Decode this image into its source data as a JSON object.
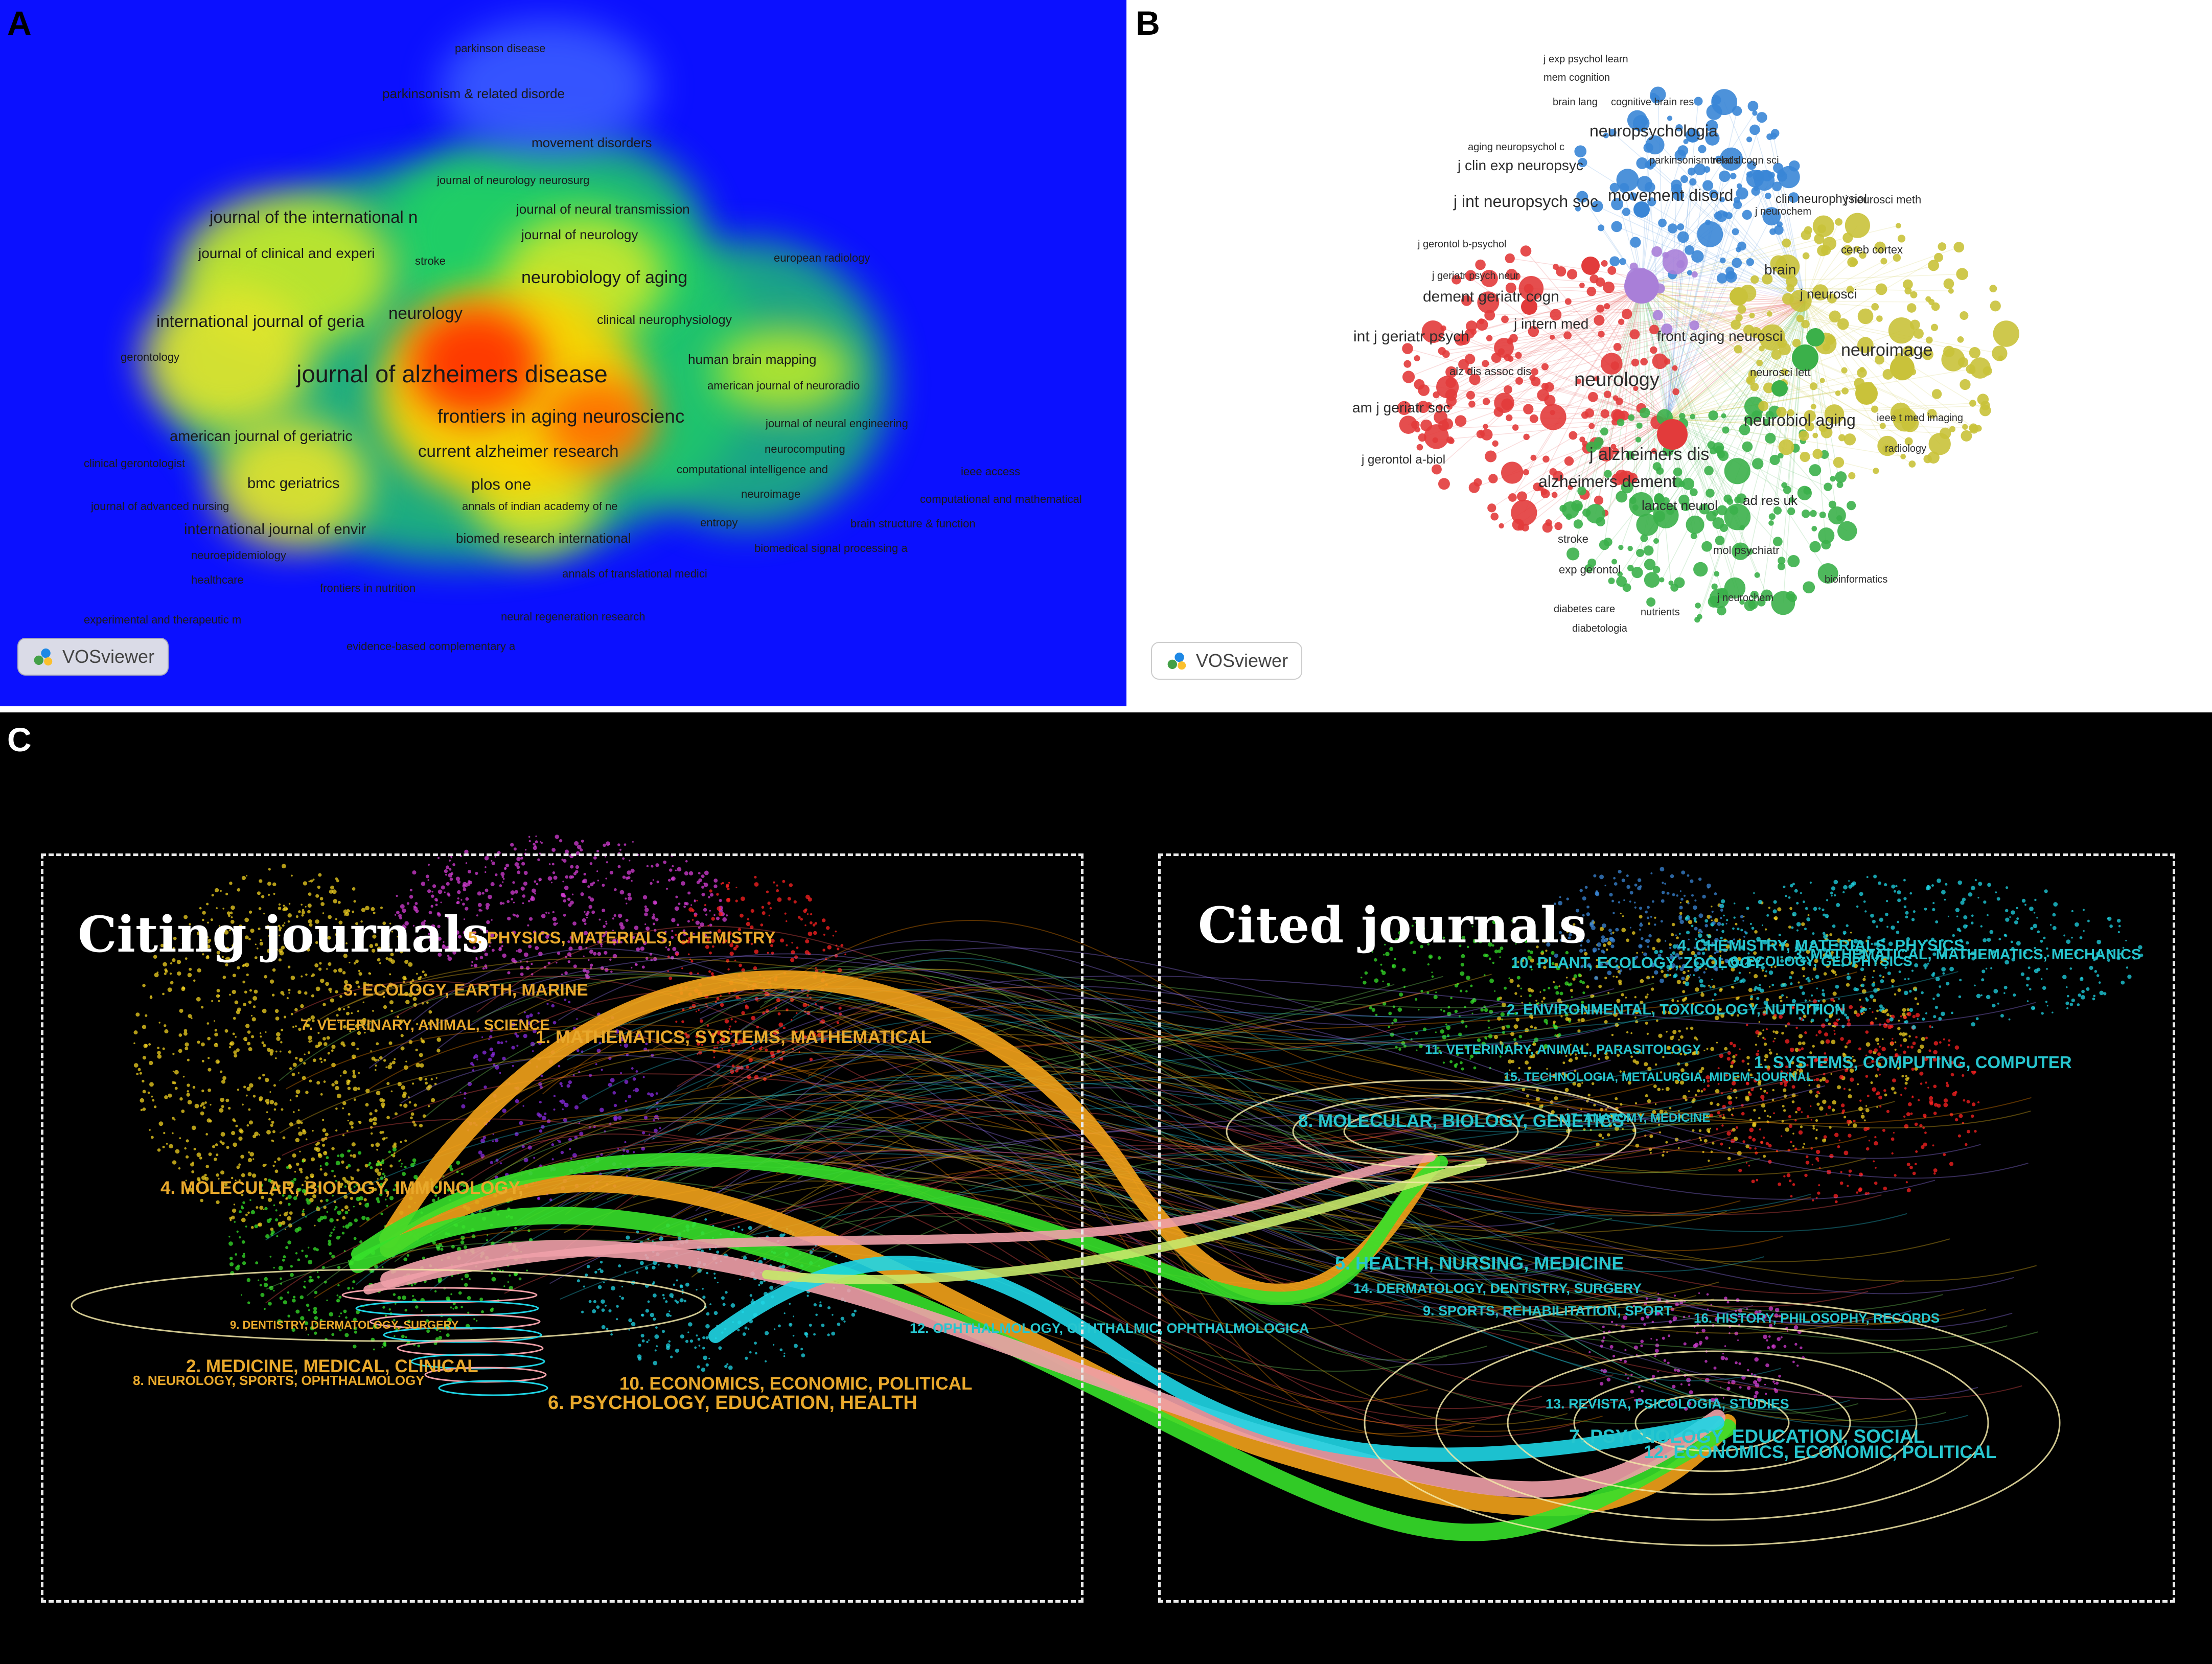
{
  "panelA": {
    "label": "A",
    "logo_text": "VOSviewer",
    "colors": {
      "background": "#0b10ff",
      "hot": "#ff3300",
      "warm": "#ffd400",
      "mid": "#22d84a"
    },
    "terms": [
      {
        "text": "parkinson disease"
      },
      {
        "text": "parkinsonism & related disorde"
      },
      {
        "text": "movement disorders"
      },
      {
        "text": "journal of neurology neurosurg"
      },
      {
        "text": "journal of neural transmission"
      },
      {
        "text": "journal of the international n"
      },
      {
        "text": "journal of neurology"
      },
      {
        "text": "journal of clinical and experi"
      },
      {
        "text": "stroke"
      },
      {
        "text": "neurobiology of aging"
      },
      {
        "text": "european radiology"
      },
      {
        "text": "neurology"
      },
      {
        "text": "international journal of geria"
      },
      {
        "text": "clinical neurophysiology"
      },
      {
        "text": "gerontology"
      },
      {
        "text": "journal of alzheimers disease"
      },
      {
        "text": "human brain mapping"
      },
      {
        "text": "american journal of neuroradio"
      },
      {
        "text": "frontiers in aging neuroscienc"
      },
      {
        "text": "journal of neural engineering"
      },
      {
        "text": "american journal of geriatric"
      },
      {
        "text": "current alzheimer research"
      },
      {
        "text": "neurocomputing"
      },
      {
        "text": "clinical gerontologist"
      },
      {
        "text": "computational intelligence and"
      },
      {
        "text": "ieee access"
      },
      {
        "text": "bmc geriatrics"
      },
      {
        "text": "plos one"
      },
      {
        "text": "neuroimage"
      },
      {
        "text": "journal of advanced nursing"
      },
      {
        "text": "annals of indian academy of ne"
      },
      {
        "text": "computational and mathematical"
      },
      {
        "text": "entropy"
      },
      {
        "text": "international journal of envir"
      },
      {
        "text": "brain structure & function"
      },
      {
        "text": "biomed research international"
      },
      {
        "text": "neuroepidemiology"
      },
      {
        "text": "biomedical signal processing a"
      },
      {
        "text": "healthcare"
      },
      {
        "text": "annals of translational medici"
      },
      {
        "text": "frontiers in nutrition"
      },
      {
        "text": "experimental and therapeutic m"
      },
      {
        "text": "neural regeneration research"
      },
      {
        "text": "evidence-based complementary a"
      }
    ]
  },
  "panelB": {
    "label": "B",
    "logo_text": "VOSviewer",
    "colors": {
      "red": "#e23b3b",
      "blue": "#3a86d6",
      "green": "#3bb04a",
      "yellow": "#c9c23a",
      "purple": "#a97fd8"
    },
    "terms": [
      {
        "text": "j exp psychol learn"
      },
      {
        "text": "mem cognition"
      },
      {
        "text": "brain lang"
      },
      {
        "text": "cognitive brain res"
      },
      {
        "text": "neuropsychologia"
      },
      {
        "text": "aging neuropsychol c"
      },
      {
        "text": "j clin exp neuropsyc"
      },
      {
        "text": "parkinsonism relat d"
      },
      {
        "text": "trends cogn sci"
      },
      {
        "text": "j int neuropsych soc"
      },
      {
        "text": "movement disord"
      },
      {
        "text": "clin neurophysiol"
      },
      {
        "text": "j neurosci meth"
      },
      {
        "text": "j gerontol b-psychol"
      },
      {
        "text": "j neurochem"
      },
      {
        "text": "j geriatr psych neur"
      },
      {
        "text": "dement geriatr cogn"
      },
      {
        "text": "j intern med"
      },
      {
        "text": "brain"
      },
      {
        "text": "cereb cortex"
      },
      {
        "text": "int j geriatr psych"
      },
      {
        "text": "j neurosci"
      },
      {
        "text": "front aging neurosci"
      },
      {
        "text": "neuroimage"
      },
      {
        "text": "alz dis assoc dis"
      },
      {
        "text": "neurology"
      },
      {
        "text": "neurosci lett"
      },
      {
        "text": "am j geriatr soc"
      },
      {
        "text": "neurobiol aging"
      },
      {
        "text": "ieee t med imaging"
      },
      {
        "text": "j gerontol a-biol"
      },
      {
        "text": "j alzheimers dis"
      },
      {
        "text": "radiology"
      },
      {
        "text": "alzheimers dement"
      },
      {
        "text": "lancet neurol"
      },
      {
        "text": "ad res uk"
      },
      {
        "text": "stroke"
      },
      {
        "text": "exp gerontol"
      },
      {
        "text": "mol psychiatr"
      },
      {
        "text": "bioinformatics"
      },
      {
        "text": "nutrients"
      },
      {
        "text": "j neurochem"
      },
      {
        "text": "diabetes care"
      },
      {
        "text": "diabetologia"
      }
    ]
  },
  "panelC": {
    "label": "C",
    "citing_title": "Citing  journals",
    "cited_title": "Cited  journals",
    "colors": {
      "orange": "#f2a21a",
      "green": "#36e02a",
      "pink": "#f0a0a8",
      "cyan": "#1fd6e6",
      "yellowgreen": "#c6e86a",
      "citing_label": "#e9a92c",
      "cited_label": "#27c6cf"
    },
    "citing_clusters": [
      {
        "text": "5. PHYSICS, MATERIALS, CHEMISTRY"
      },
      {
        "text": "3. ECOLOGY, EARTH, MARINE"
      },
      {
        "text": "7. VETERINARY, ANIMAL, SCIENCE"
      },
      {
        "text": "1. MATHEMATICS, SYSTEMS, MATHEMATICAL"
      },
      {
        "text": "4. MOLECULAR, BIOLOGY, IMMUNOLOGY,"
      },
      {
        "text": "9. DENTISTRY, DERMATOLOGY, SURGERY"
      },
      {
        "text": "2. MEDICINE, MEDICAL, CLINICAL"
      },
      {
        "text": "8. NEUROLOGY, SPORTS, OPHTHALMOLOGY"
      },
      {
        "text": "10. ECONOMICS, ECONOMIC, POLITICAL"
      },
      {
        "text": "6. PSYCHOLOGY, EDUCATION, HEALTH"
      }
    ],
    "cited_clusters": [
      {
        "text": "4. CHEMISTRY, MATERIALS, PHYSICS"
      },
      {
        "text": "3. MATHEMATICAL, MATHEMATICS, MECHANICS"
      },
      {
        "text": "10. PLANT, ECOLOGY, ZOOLOGY"
      },
      {
        "text": "6. ECOLOGY, GEOPHYSICS"
      },
      {
        "text": "2. ENVIRONMENTAL, TOXICOLOGY, NUTRITION"
      },
      {
        "text": "11. VETERINARY, ANIMAL, PARASITOLOGY"
      },
      {
        "text": "1. SYSTEMS, COMPUTING, COMPUTER"
      },
      {
        "text": "15. TECHNOLOGIA, METALURGIA, MIDEM-JOURNAL"
      },
      {
        "text": "8. MOLECULAR, BIOLOGY, GENETICS"
      },
      {
        "text": "17. ANATOMY, MEDICINE"
      },
      {
        "text": "5. HEALTH, NURSING, MEDICINE"
      },
      {
        "text": "14. DERMATOLOGY, DENTISTRY, SURGERY"
      },
      {
        "text": "9. SPORTS, REHABILITATION, SPORT"
      },
      {
        "text": "16. HISTORY, PHILOSOPHY, RECORDS"
      },
      {
        "text": "12. OPHTHALMOLOGY, OPHTHALMIC, OPHTHALMOLOGICA"
      },
      {
        "text": "13. REVISTA, PSICOLOGIA, STUDIES"
      },
      {
        "text": "7. PSYCHOLOGY, EDUCATION, SOCIAL"
      },
      {
        "text": "12. ECONOMICS, ECONOMIC, POLITICAL"
      }
    ]
  }
}
